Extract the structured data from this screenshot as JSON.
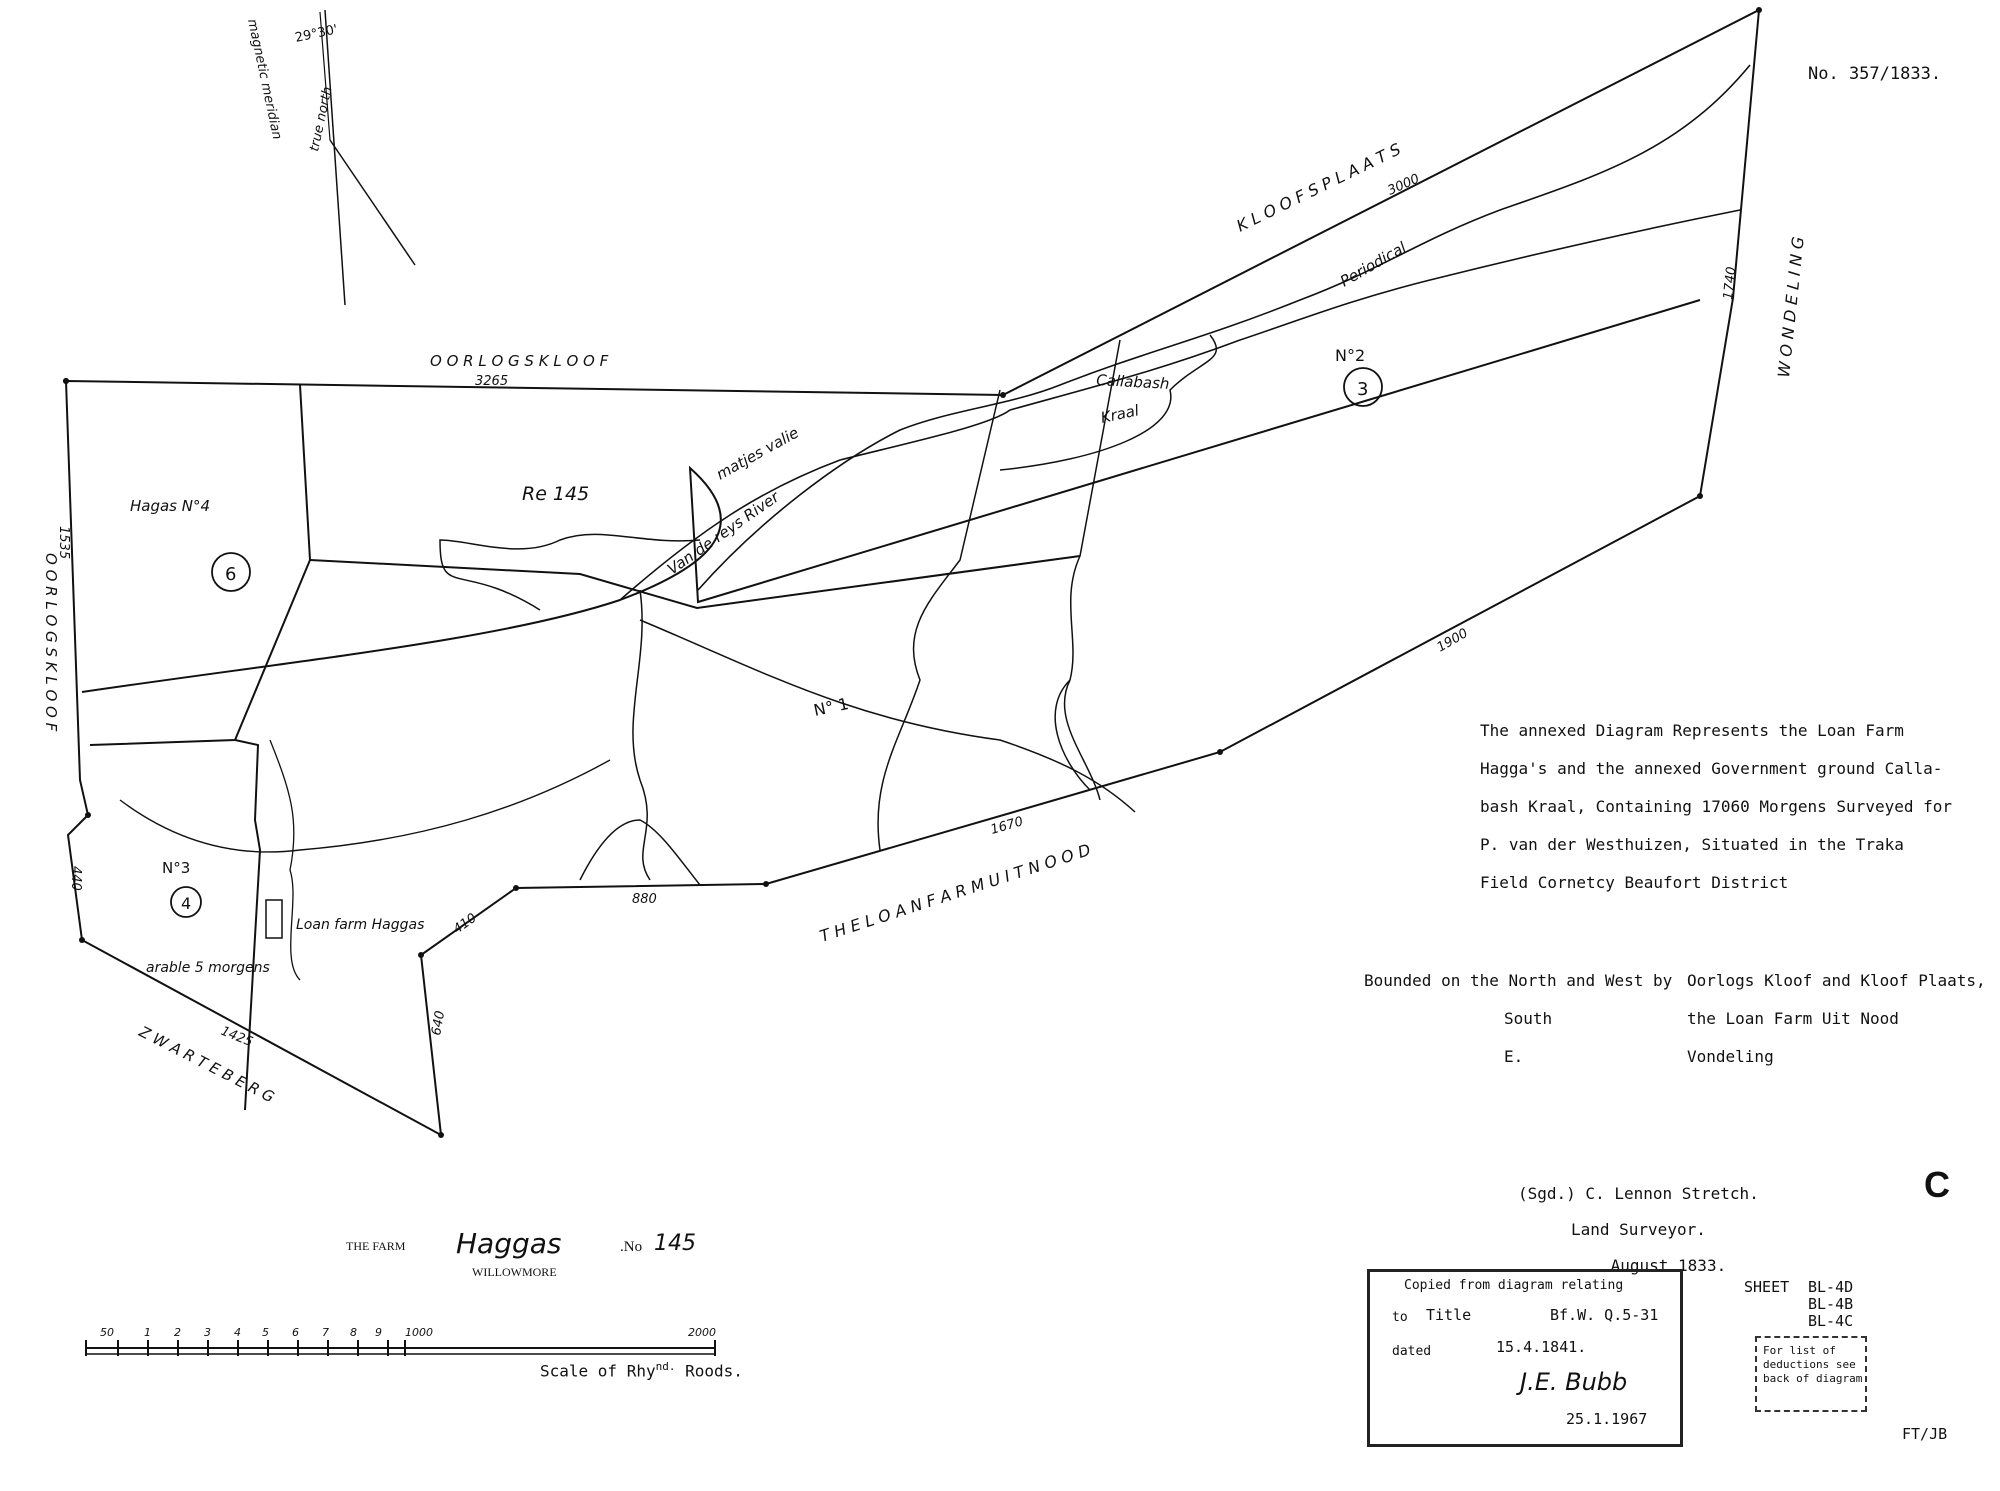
{
  "document_number": "No. 357/1833.",
  "map": {
    "labels": {
      "oorlogs_kloof_top": "O O R L O G S    K L O O F",
      "oorlogs_kloof_left": "O O R L O G S    K L O O F",
      "kloofs_plaats": "K L O O F S    P L A A T S",
      "wondeling": "W O N D E L I N G",
      "loan_farm_uit_nood": "T H E    L O A N    F A R M    U I T    N O O D",
      "zwarte_berg": "Z W A R T E    B E R G",
      "hagas_no4": "Hagas   N°4",
      "re_145": "Re 145",
      "matjes_valie": "matjes valie",
      "van_de_reys_river": "Van de reys River",
      "callabash": "Callabash",
      "kraal": "Kraal",
      "periodical": "Periodical",
      "no2": "N°2",
      "no1": "N° 1",
      "no3": "N°3",
      "loan_farm_haggas": "Loan farm Haggas",
      "arable": "arable 5 morgens",
      "circled_6": "6",
      "circled_3": "3",
      "circled_4": "4"
    },
    "distances": {
      "d3265": "3265",
      "d1535": "1535",
      "d440": "440",
      "d1425": "1425",
      "d640": "640",
      "d410": "410",
      "d880": "880",
      "d1670": "1670",
      "d1900": "1900",
      "d1740": "1740",
      "d3000": "3000"
    },
    "north_arrow": {
      "angle_label": "29°30'",
      "magnetic": "magnetic meridian",
      "true_north": "true north"
    }
  },
  "description": {
    "lines": [
      "The annexed Diagram Represents the Loan Farm",
      "Hagga's and the annexed Government ground Calla-",
      "bash Kraal, Containing 17060 Morgens Surveyed for",
      "P. van der Westhuizen, Situated in the Traka",
      "Field Cornetcy Beaufort District"
    ]
  },
  "bounded": {
    "rows": [
      {
        "key": "Bounded on the North and West by",
        "value": "Oorlogs Kloof and Kloof Plaats,"
      },
      {
        "key": "South",
        "value": "the Loan Farm Uit Nood"
      },
      {
        "key": "E.",
        "value": "Vondeling"
      }
    ]
  },
  "signature": {
    "line1": "(Sgd.)  C. Lennon Stretch.",
    "line2": "Land Surveyor.",
    "line3": "August 1833."
  },
  "letter_c": "C",
  "stamp": {
    "copied": "Copied from diagram relating",
    "to_label": "to",
    "to_value": "Title",
    "ref": "Bf.W. Q.5-31",
    "dated_label": "dated",
    "dated_value": "15.4.1841.",
    "date2": "25.1.1967",
    "signature": "J.E. Bubb"
  },
  "sheet": {
    "label": "SHEET",
    "codes": [
      "BL-4D",
      "BL-4B",
      "BL-4C"
    ]
  },
  "deduction_stamp": [
    "For list of",
    "deductions see",
    "back of diagram"
  ],
  "ftjb": "FT/JB",
  "farm_line": {
    "the_farm": "THE FARM",
    "name": "Haggas",
    "no_label": ".No",
    "number": "145",
    "district": "WILLOWMORE"
  },
  "scale": {
    "ticks": [
      "50",
      "1",
      "2",
      "3",
      "4",
      "5",
      "6",
      "7",
      "8",
      "9",
      "1000",
      "2000"
    ],
    "caption_pre": "Scale of Rhy",
    "caption_sup": "nd.",
    "caption_post": " Roods."
  }
}
